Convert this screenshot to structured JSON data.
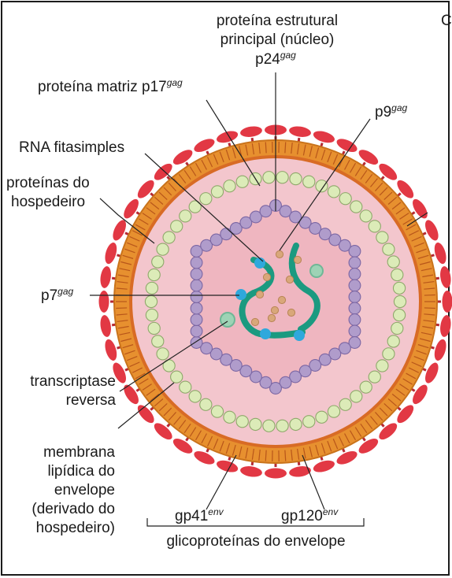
{
  "labels": {
    "capsid_line1": "proteína estrutural",
    "capsid_line2": "principal (núcleo)",
    "capsid_line3": "p24",
    "capsid_sup": "gag",
    "matrix": "proteína matriz p17",
    "matrix_sup": "gag",
    "p9": "p9",
    "p9_sup": "gag",
    "rna": "RNA fitasimples",
    "host_line1": "proteínas do",
    "host_line2": "hospedeiro",
    "p7": "p7",
    "p7_sup": "gag",
    "rt_line1": "transcriptase",
    "rt_line2": "reversa",
    "membrane_line1": "membrana",
    "membrane_line2": "lipídica do",
    "membrane_line3": "envelope",
    "membrane_line4": "(derivado do",
    "membrane_line5": "hospedeiro)",
    "gp41": "gp41",
    "gp41_sup": "env",
    "gp120": "gp120",
    "gp120_sup": "env",
    "glycoproteins": "glicoproteínas do envelope",
    "cropped_char": "C"
  },
  "colors": {
    "pink_interior": "#f3c6cd",
    "membrane_orange": "#e7902f",
    "spike_red": "#e23844",
    "matrix_bead": "#dcebb8",
    "capsid_bead": "#b09ccb",
    "rna_teal": "#1b9a80",
    "rt_blue": "#2fa8dc",
    "protein_tan": "#d9a77a"
  }
}
